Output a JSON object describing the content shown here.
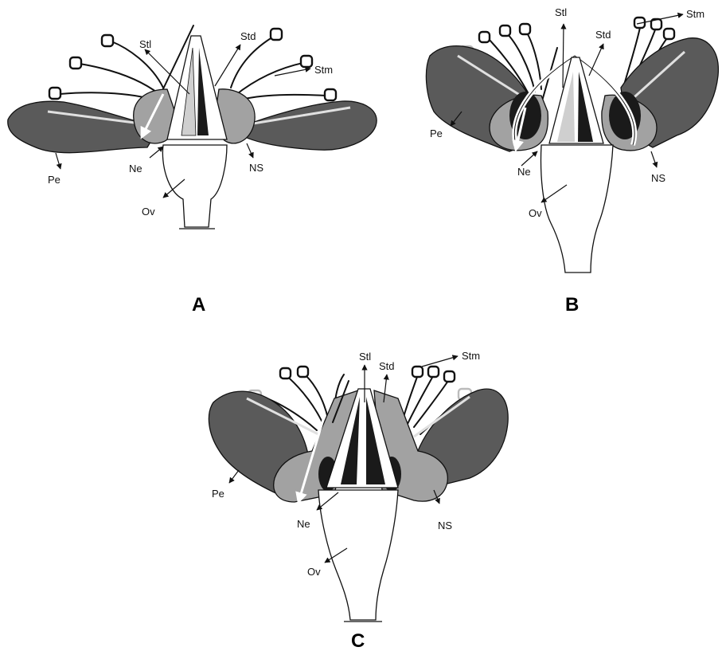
{
  "panels": [
    {
      "letter": "A",
      "labels": {
        "stl": "Stl",
        "std": "Std",
        "stm": "Stm",
        "pe": "Pe",
        "ne": "Ne",
        "ns": "NS",
        "ov": "Ov"
      }
    },
    {
      "letter": "B",
      "labels": {
        "stl": "Stl",
        "std": "Std",
        "stm": "Stm",
        "pe": "Pe",
        "ne": "Ne",
        "ns": "NS",
        "ov": "Ov"
      }
    },
    {
      "letter": "C",
      "labels": {
        "stl": "Stl",
        "std": "Std",
        "stm": "Stm",
        "pe": "Pe",
        "ne": "Ne",
        "ns": "NS",
        "ov": "Ov"
      }
    }
  ],
  "colors": {
    "petal": "#5a5a5a",
    "nectary_scale": "#a2a2a2",
    "dark": "#1a1a1a",
    "light": "#e6e6e6",
    "outline": "#111111"
  }
}
